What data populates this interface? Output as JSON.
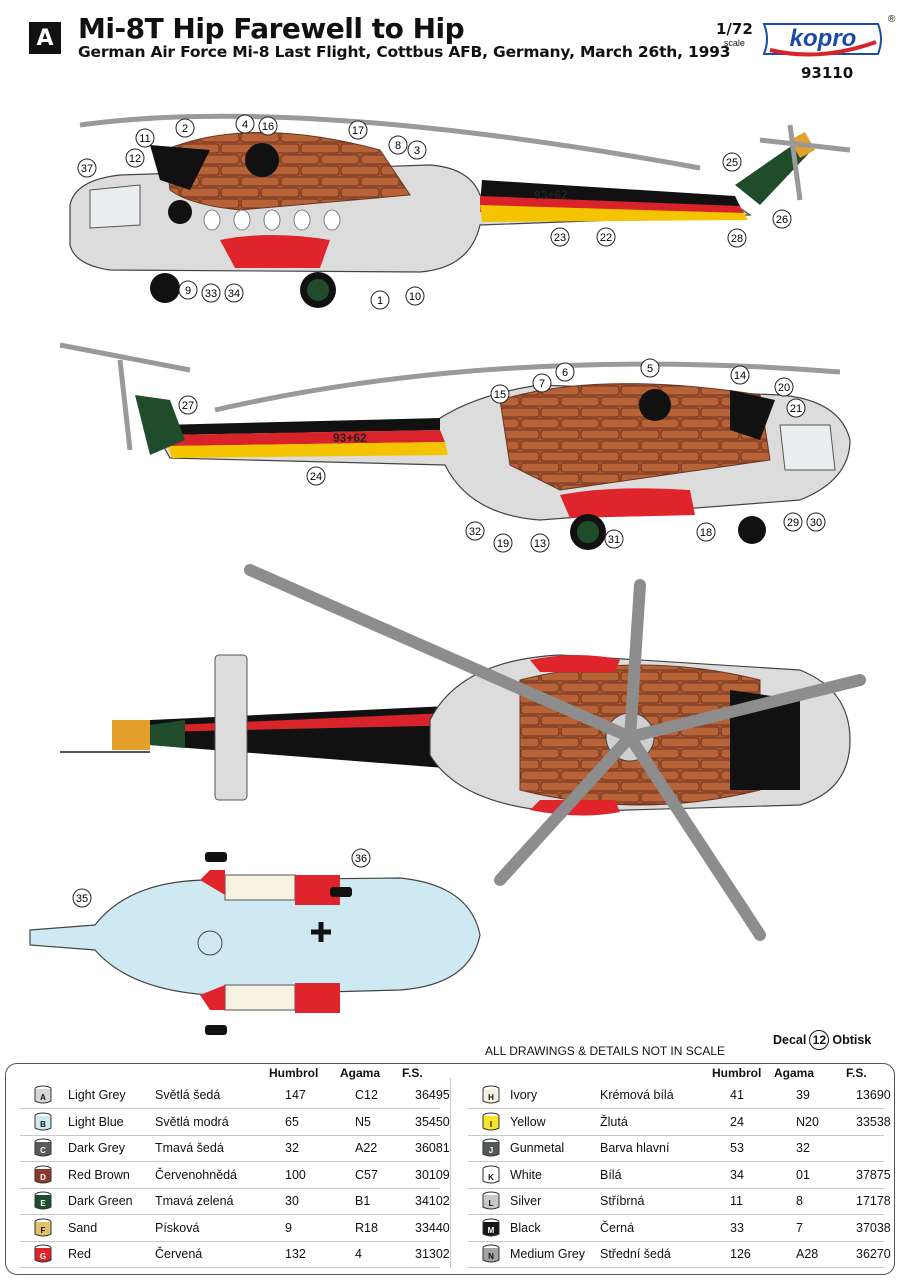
{
  "header": {
    "profile_letter": "A",
    "title": "Mi-8T Hip Farewell to Hip",
    "subtitle": "German Air Force Mi-8 Last Flight, Cottbus AFB, Germany, March 26th, 1993",
    "scale": "1/72",
    "scale_label": "scale",
    "brand": "kopro",
    "registered_mark": "®",
    "kit_number": "93110"
  },
  "drawings": {
    "serial_text": "93+62",
    "side_callouts": [
      "1",
      "2",
      "3",
      "4",
      "5",
      "6",
      "7",
      "8",
      "9",
      "10",
      "11",
      "12",
      "13",
      "14",
      "15",
      "16",
      "17",
      "18",
      "19",
      "20",
      "21",
      "22",
      "23",
      "24",
      "25",
      "26",
      "27",
      "28",
      "29",
      "30",
      "31",
      "32",
      "33",
      "34",
      "35",
      "36",
      "37"
    ],
    "note_not_in_scale": "ALL DRAWINGS & DETAILS NOT IN SCALE",
    "decal_label": "Decal",
    "decal_number": "12",
    "decal_label_cz": "Obtisk"
  },
  "legend": {
    "headers": {
      "humbrol": "Humbrol",
      "agama": "Agama",
      "fs": "F.S."
    },
    "left": [
      {
        "code": "A",
        "swatch": "#d6d6d6",
        "ink": "#111",
        "en": "Light Grey",
        "cz": "Světlá šedá",
        "humbrol": "147",
        "agama": "C12",
        "fs": "36495"
      },
      {
        "code": "B",
        "swatch": "#cfe9f3",
        "ink": "#111",
        "en": "Light Blue",
        "cz": "Světlá modrá",
        "humbrol": "65",
        "agama": "N5",
        "fs": "35450"
      },
      {
        "code": "C",
        "swatch": "#5a5a5a",
        "ink": "#fff",
        "en": "Dark Grey",
        "cz": "Tmavá šedá",
        "humbrol": "32",
        "agama": "A22",
        "fs": "36081"
      },
      {
        "code": "D",
        "swatch": "#8b3a2a",
        "ink": "#fff",
        "en": "Red Brown",
        "cz": "Červenohnědá",
        "humbrol": "100",
        "agama": "C57",
        "fs": "30109"
      },
      {
        "code": "E",
        "swatch": "#1f4d2c",
        "ink": "#fff",
        "en": "Dark Green",
        "cz": "Tmavá zelená",
        "humbrol": "30",
        "agama": "B1",
        "fs": "34102"
      },
      {
        "code": "F",
        "swatch": "#e3c06a",
        "ink": "#111",
        "en": "Sand",
        "cz": "Písková",
        "humbrol": "9",
        "agama": "R18",
        "fs": "33440"
      },
      {
        "code": "G",
        "swatch": "#e0242b",
        "ink": "#fff",
        "en": "Red",
        "cz": "Červená",
        "humbrol": "132",
        "agama": "4",
        "fs": "31302"
      }
    ],
    "right": [
      {
        "code": "H",
        "swatch": "#f6f1e1",
        "ink": "#111",
        "en": "Ivory",
        "cz": "Krémová bílá",
        "humbrol": "41",
        "agama": "39",
        "fs": "13690"
      },
      {
        "code": "I",
        "swatch": "#f7e52a",
        "ink": "#111",
        "en": "Yellow",
        "cz": "Žlutá",
        "humbrol": "24",
        "agama": "N20",
        "fs": "33538"
      },
      {
        "code": "J",
        "swatch": "#55585a",
        "ink": "#fff",
        "en": "Gunmetal",
        "cz": "Barva hlavní",
        "humbrol": "53",
        "agama": "32",
        "fs": ""
      },
      {
        "code": "K",
        "swatch": "#ffffff",
        "ink": "#111",
        "en": "White",
        "cz": "Bílá",
        "humbrol": "34",
        "agama": "01",
        "fs": "37875"
      },
      {
        "code": "L",
        "swatch": "#c9c9c9",
        "ink": "#111",
        "en": "Silver",
        "cz": "Stříbrná",
        "humbrol": "11",
        "agama": "8",
        "fs": "17178"
      },
      {
        "code": "M",
        "swatch": "#161616",
        "ink": "#fff",
        "en": "Black",
        "cz": "Černá",
        "humbrol": "33",
        "agama": "7",
        "fs": "37038"
      },
      {
        "code": "N",
        "swatch": "#a3a3a3",
        "ink": "#111",
        "en": "Medium Grey",
        "cz": "Střední šedá",
        "humbrol": "126",
        "agama": "A28",
        "fs": "36270"
      }
    ]
  },
  "colors": {
    "brand_blue": "#1b4aa8",
    "brand_red": "#d8232a",
    "flag_black": "#111111",
    "flag_red": "#d8232a",
    "flag_gold": "#f5c400",
    "brown": "#a9552f"
  }
}
